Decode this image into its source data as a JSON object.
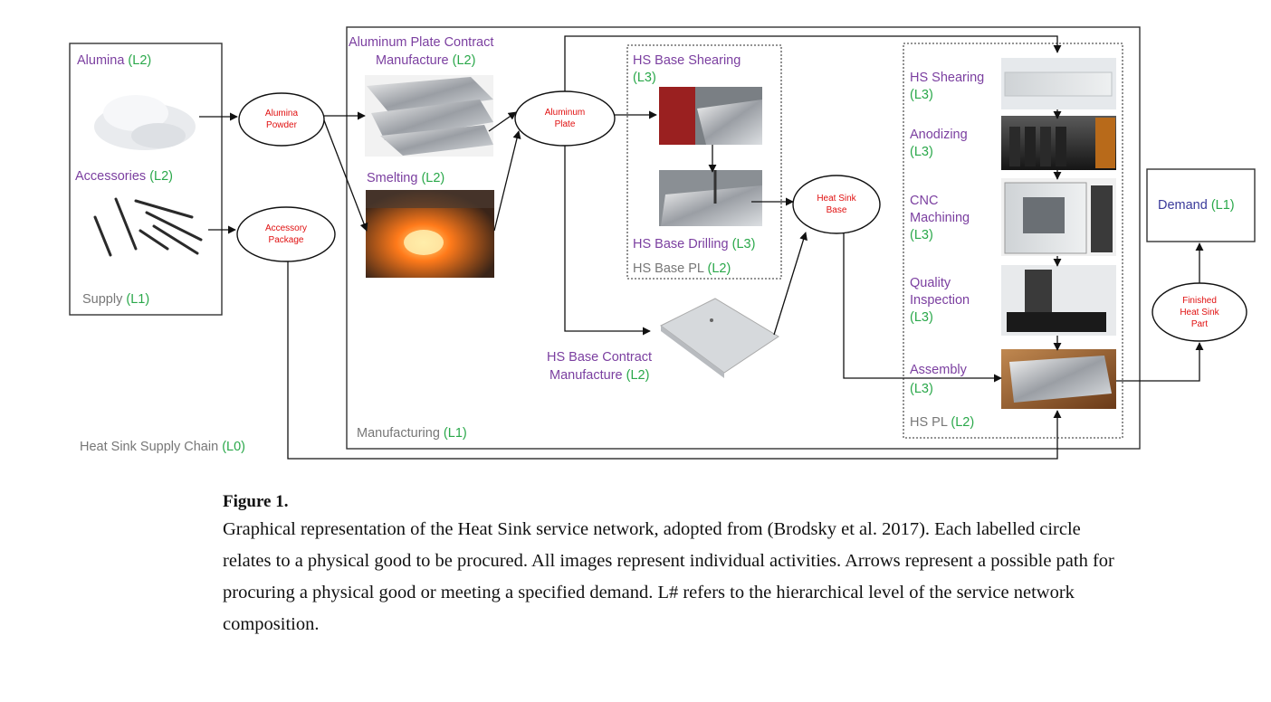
{
  "figure": {
    "l0_label": {
      "name": "Heat Sink Supply Chain",
      "level": "(L0)"
    },
    "supply": {
      "title": {
        "name": "Supply",
        "level": "(L1)"
      },
      "alumina": {
        "name": "Alumina",
        "level": "(L2)"
      },
      "accessories": {
        "name": "Accessories",
        "level": "(L2)"
      }
    },
    "manufacturing": {
      "title": {
        "name": "Manufacturing",
        "level": "(L1)"
      },
      "plate_contract": {
        "line1": "Aluminum Plate Contract",
        "line2": "Manufacture",
        "level": "(L2)"
      },
      "smelting": {
        "name": "Smelting",
        "level": "(L2)"
      },
      "hs_base_pl": {
        "name": "HS Base PL",
        "level": "(L2)"
      },
      "hs_base_shearing": {
        "name": "HS Base Shearing",
        "level": "(L3)"
      },
      "hs_base_drilling": {
        "name": "HS Base Drilling",
        "level": "(L3)"
      },
      "hs_base_contract": {
        "line1": "HS Base Contract",
        "line2": "Manufacture",
        "level": "(L2)"
      },
      "hs_pl": {
        "name": "HS PL",
        "level": "(L2)"
      },
      "hs_shearing": {
        "name": "HS Shearing",
        "level": "(L3)"
      },
      "anodizing": {
        "name": "Anodizing",
        "level": "(L3)"
      },
      "cnc": {
        "line1": "CNC",
        "line2": "Machining",
        "level": "(L3)"
      },
      "quality": {
        "line1": "Quality",
        "line2": "Inspection",
        "level": "(L3)"
      },
      "assembly": {
        "name": "Assembly",
        "level": "(L3)"
      }
    },
    "demand": {
      "name": "Demand",
      "level": "(L1)"
    },
    "nodes": {
      "alumina_powder": {
        "line1": "Alumina",
        "line2": "Powder"
      },
      "accessory_package": {
        "line1": "Accessory",
        "line2": "Package"
      },
      "aluminum_plate": {
        "line1": "Aluminum",
        "line2": "Plate"
      },
      "heat_sink_base": {
        "line1": "Heat Sink",
        "line2": "Base"
      },
      "finished_part": {
        "line1": "Finished",
        "line2": "Heat Sink",
        "line3": "Part"
      }
    }
  },
  "caption": {
    "title": "Figure 1.",
    "body": "Graphical representation of the Heat Sink service network, adopted from (Brodsky et al. 2017). Each labelled circle relates to a physical good to be procured. All images represent individual activities. Arrows represent a possible path for procuring a physical good or meeting a specified demand. L# refers to the hierarchical level of the service network composition."
  },
  "colors": {
    "activity_label": "#7b3fa0",
    "level_tag": "#2aa84a",
    "node_text": "#e01010",
    "grey_label": "#777777"
  }
}
